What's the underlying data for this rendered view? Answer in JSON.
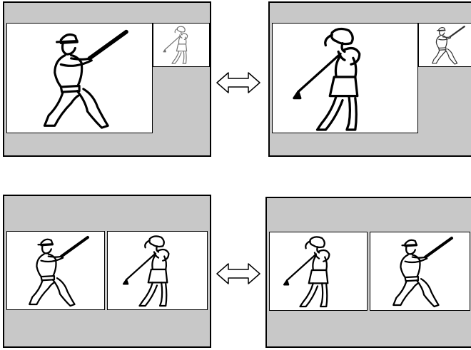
{
  "diagram": {
    "rows": [
      {
        "before": {
          "layout": "picture-in-picture",
          "main": "baseball-batter",
          "sub": "golfer"
        },
        "after": {
          "layout": "picture-in-picture",
          "main": "golfer",
          "sub": "baseball-batter"
        }
      },
      {
        "before": {
          "layout": "side-by-side",
          "left": "baseball-batter",
          "right": "golfer"
        },
        "after": {
          "layout": "side-by-side",
          "left": "golfer",
          "right": "baseball-batter"
        }
      }
    ],
    "colors": {
      "background": "#ffffff",
      "screen_fill": "#c8c8c8",
      "outline": "#000000"
    },
    "icons": [
      "swap-arrow-icon",
      "baseball-batter-icon",
      "golfer-icon"
    ]
  }
}
